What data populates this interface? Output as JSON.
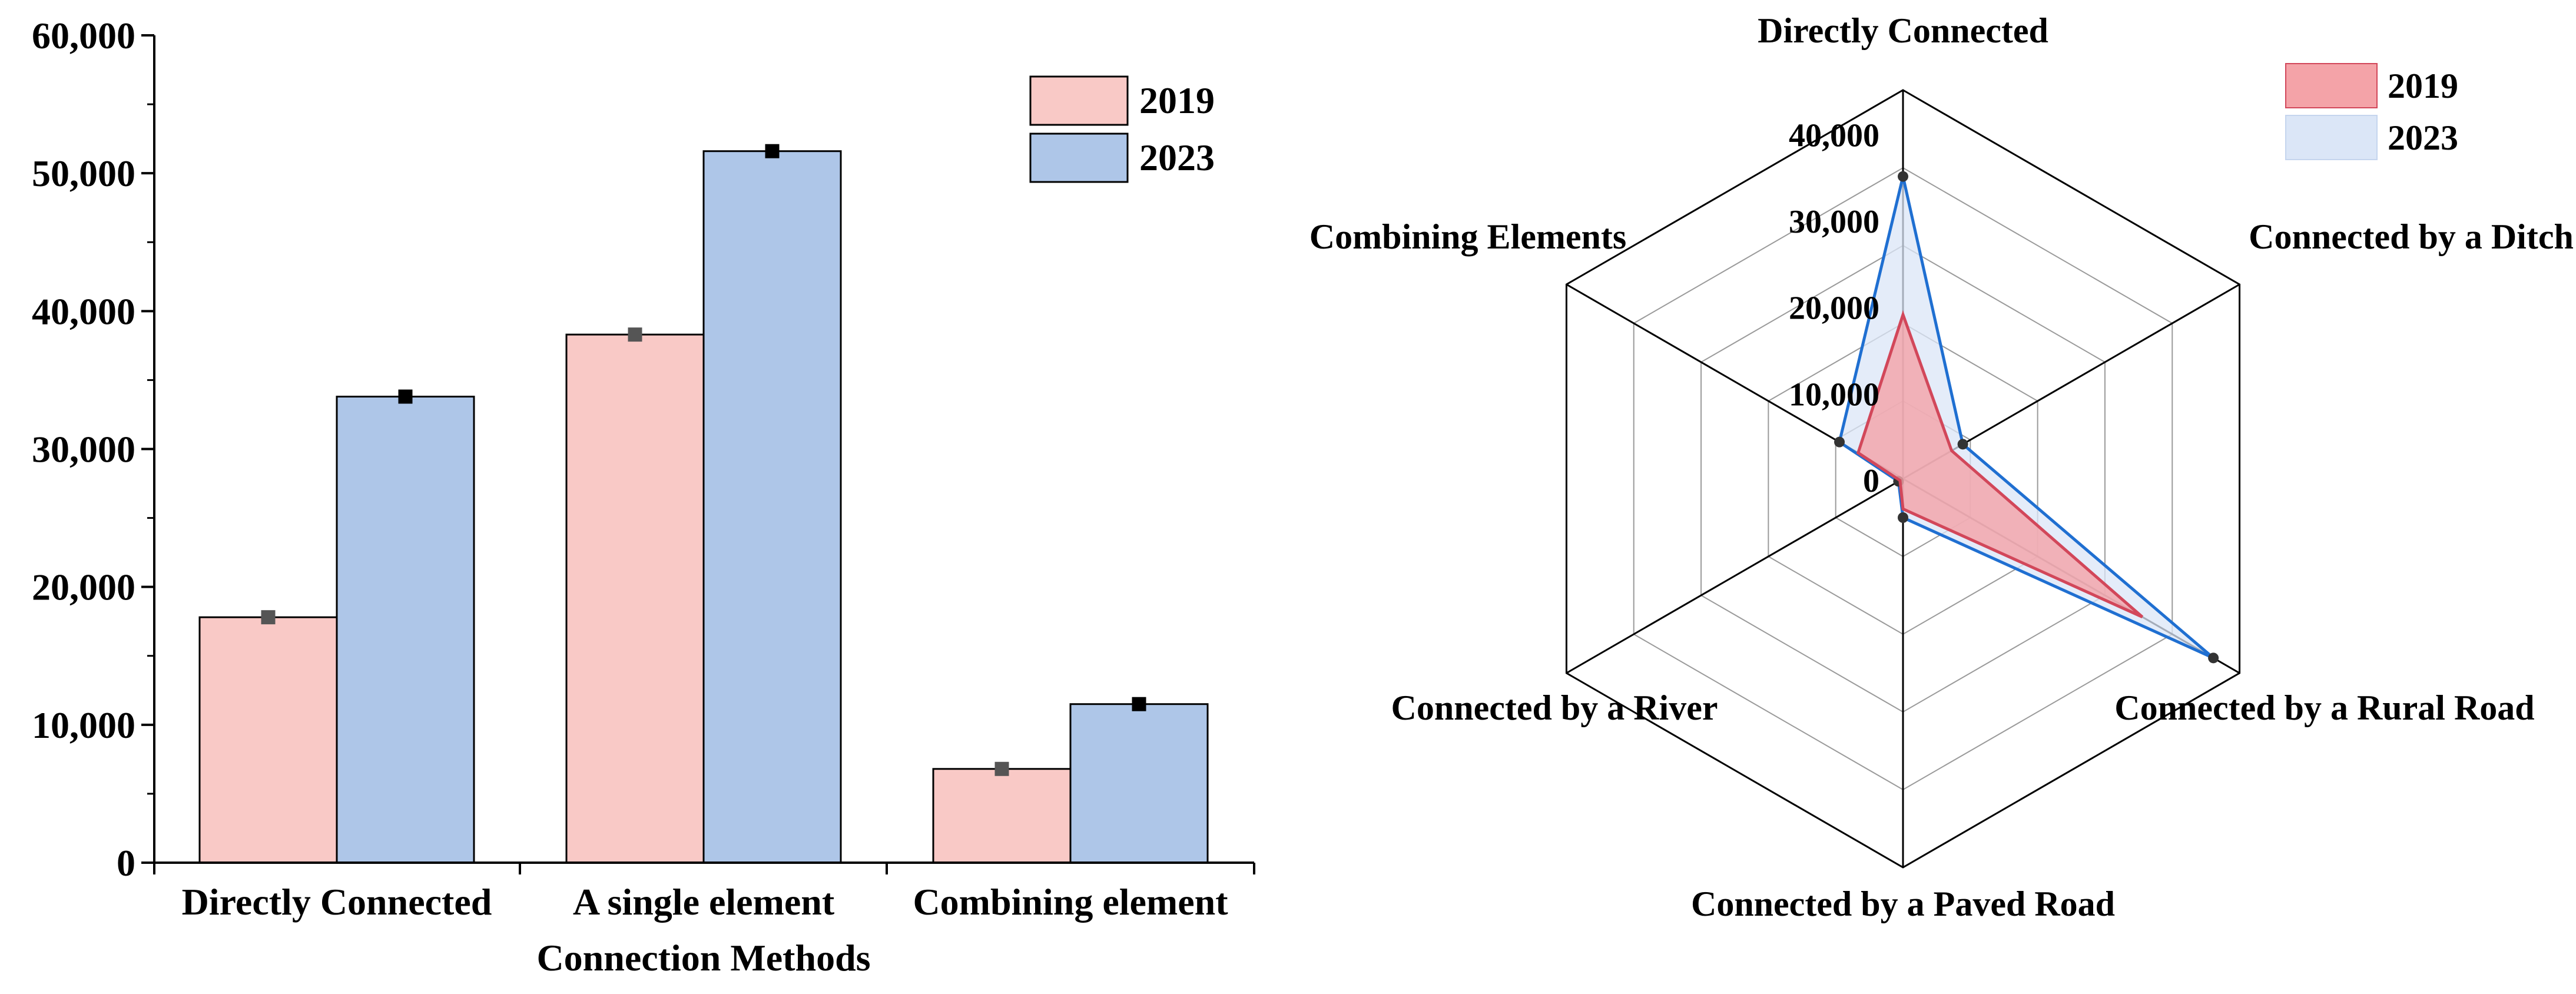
{
  "chart_data": [
    {
      "type": "bar",
      "xlabel": "Connection Methods",
      "ylabel": "",
      "categories": [
        "Directly Connected",
        "A single element",
        "Combining element"
      ],
      "series": [
        {
          "name": "2019",
          "values": [
            17800,
            38300,
            6800
          ],
          "color": "#f9c9c6",
          "marker_color": "#555555"
        },
        {
          "name": "2023",
          "values": [
            33800,
            51600,
            11500
          ],
          "color": "#aec6e8",
          "marker_color": "#000000"
        }
      ],
      "ylim": [
        0,
        60000
      ],
      "yticks": [
        "0",
        "10,000",
        "20,000",
        "30,000",
        "40,000",
        "50,000",
        "60,000"
      ],
      "legend": "top-right"
    },
    {
      "type": "radar",
      "axes": [
        "Directly Connected",
        "Connected by a Ditch",
        "Connected by a Rural Road",
        "Connected by a Paved Road",
        "Connected by a River",
        "Combining Elements"
      ],
      "series": [
        {
          "name": "2019",
          "values": [
            19000,
            6500,
            32000,
            3500,
            400,
            6000
          ],
          "color": "#f4a3a8",
          "line": "#d2475a"
        },
        {
          "name": "2023",
          "values": [
            35000,
            8000,
            41500,
            4500,
            600,
            8500
          ],
          "color": "#dbe6f7",
          "line": "#1f6fd1"
        }
      ],
      "rlim": [
        0,
        45000
      ],
      "rticks": [
        "0",
        "10,000",
        "20,000",
        "30,000",
        "40,000"
      ],
      "legend": "top-right"
    }
  ]
}
